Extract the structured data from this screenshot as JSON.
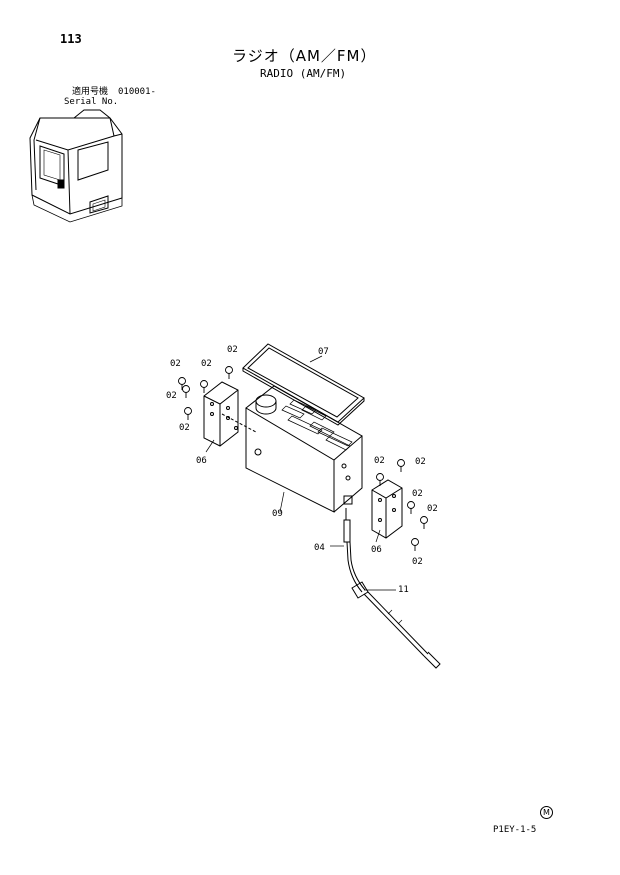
{
  "header": {
    "page_number": "113",
    "title_jp": "ラジオ（AM／FM）",
    "title_en": "RADIO (AM/FM)",
    "serial_label_jp": "適用号機",
    "serial_value": "010001-",
    "serial_label_en": "Serial No."
  },
  "callouts": {
    "c02a": "02",
    "c02b": "02",
    "c02c": "02",
    "c02d": "02",
    "c02e": "02",
    "c06a": "06",
    "c07": "07",
    "c09": "09",
    "c02f": "02",
    "c02g": "02",
    "c02h": "02",
    "c02i": "02",
    "c02j": "02",
    "c06b": "06",
    "c04": "04",
    "c11": "11"
  },
  "footer": {
    "mark": "M",
    "page_code": "P1EY-1-5"
  }
}
